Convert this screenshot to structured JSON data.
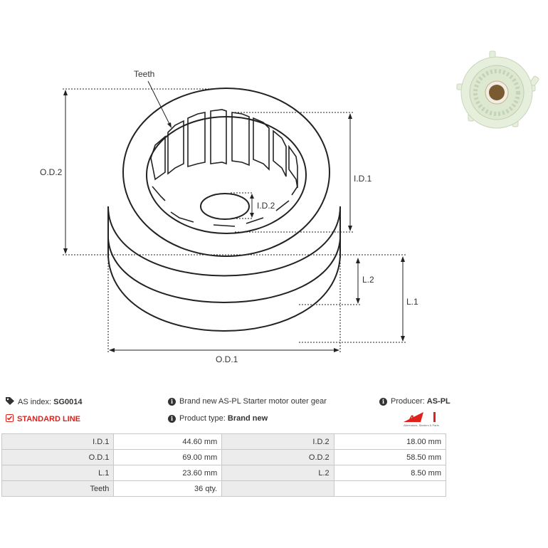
{
  "drawing": {
    "labels": {
      "teeth": "Teeth",
      "od2": "O.D.2",
      "id1": "I.D.1",
      "id2": "I.D.2",
      "l2": "L.2",
      "l1": "L.1",
      "od1": "O.D.1"
    }
  },
  "info": {
    "as_index_label": "AS index:",
    "as_index_value": "SG0014",
    "line": "STANDARD LINE",
    "description": "Brand new AS-PL Starter motor outer gear",
    "product_type_label": "Product type:",
    "product_type_value": "Brand new",
    "producer_label": "Producer:",
    "producer_value": "AS-PL",
    "logo_text": "AS",
    "logo_subtext": "Alternators, Starters & Parts"
  },
  "specs": [
    {
      "l1": "I.D.1",
      "v1": "44.60 mm",
      "l2": "I.D.2",
      "v2": "18.00 mm"
    },
    {
      "l1": "O.D.1",
      "v1": "69.00 mm",
      "l2": "O.D.2",
      "v2": "58.50 mm"
    },
    {
      "l1": "L.1",
      "v1": "23.60 mm",
      "l2": "L.2",
      "v2": "8.50 mm"
    },
    {
      "l1": "Teeth",
      "v1": "36 qty.",
      "l2": "",
      "v2": ""
    }
  ],
  "colors": {
    "accent_red": "#e0201b",
    "photo_part": "#e6efdc"
  }
}
